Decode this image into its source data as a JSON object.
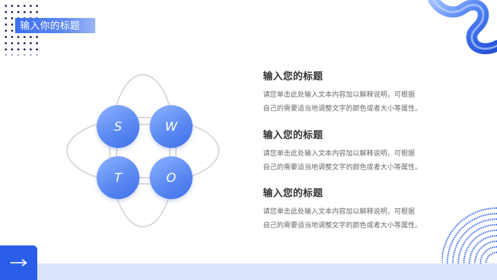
{
  "header": {
    "title": "输入你的标题"
  },
  "swot": {
    "letters": [
      "S",
      "W",
      "T",
      "O"
    ],
    "accent_color": "#4d7ff0"
  },
  "blocks": [
    {
      "title": "输入您的标题",
      "desc": "请您单击此处输入文本内容加以解释说明，可根据\n自己的需要适当地调整文字的颜色或者大小等属性。"
    },
    {
      "title": "输入您的标题",
      "desc": "请您单击此处输入文本内容加以解释说明，可根据\n自己的需要适当地调整文字的颜色或者大小等属性。"
    },
    {
      "title": "输入您的标题",
      "desc": "请您单击此处输入文本内容加以解释说明，可根据\n自己的需要适当地调整文字的颜色或者大小等属性。"
    }
  ],
  "nav": {
    "icon": "arrow-right-icon"
  }
}
